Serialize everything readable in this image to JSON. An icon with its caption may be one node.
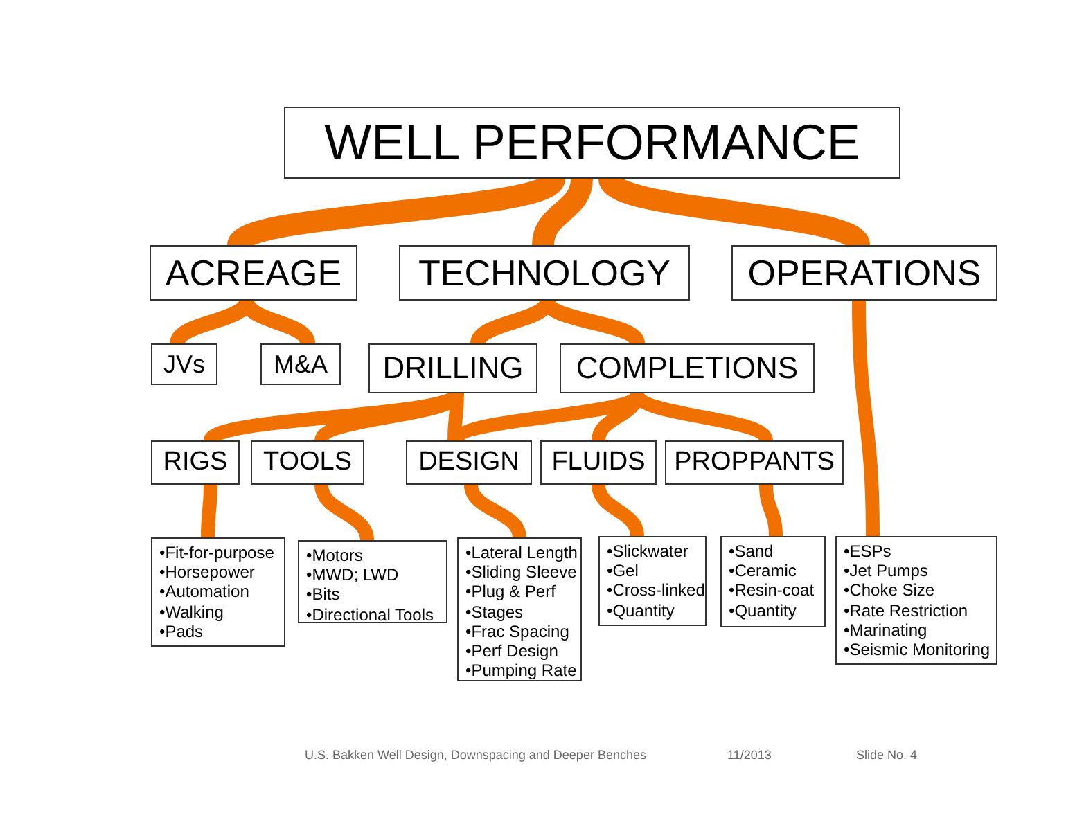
{
  "diagram": {
    "nodes": [
      {
        "text": [
          "WELL PERFORMANCE"
        ]
      },
      {
        "text": [
          "ACREAGE"
        ]
      },
      {
        "text": [
          "TECHNOLOGY"
        ]
      },
      {
        "text": [
          "OPERATIONS"
        ]
      },
      {
        "text": [
          "JVs"
        ]
      },
      {
        "text": [
          "M&A"
        ]
      },
      {
        "text": [
          "DRILLING"
        ]
      },
      {
        "text": [
          "COMPLETIONS"
        ]
      },
      {
        "text": [
          "RIGS"
        ]
      },
      {
        "text": [
          "TOOLS"
        ]
      },
      {
        "text": [
          "DESIGN"
        ]
      },
      {
        "text": [
          "FLUIDS"
        ]
      },
      {
        "text": [
          "PROPPANTS"
        ]
      },
      {
        "text": [
          "•Fit-for-purpose",
          "•Horsepower",
          "•Automation",
          "•Walking",
          "•Pads"
        ]
      },
      {
        "text": [
          "•Motors",
          "•MWD; LWD",
          "•Bits",
          "•Directional Tools"
        ]
      },
      {
        "text": [
          "•Lateral Length",
          "•Sliding Sleeve",
          "•Plug & Perf",
          "•Stages",
          "•Frac Spacing",
          "•Perf Design",
          "•Pumping Rate"
        ]
      },
      {
        "text": [
          "•Slickwater",
          "•Gel",
          "•Cross-linked",
          "•Quantity"
        ]
      },
      {
        "text": [
          "•Sand",
          "•Ceramic",
          "•Resin-coat",
          "•Quantity"
        ]
      },
      {
        "text": [
          "•ESPs",
          "•Jet Pumps",
          "•Choke Size",
          "•Rate Restriction",
          "•Marinating",
          "•Seismic Monitoring"
        ]
      }
    ],
    "edges": [
      {
        "from": 0,
        "to": 1,
        "arrow": "none"
      },
      {
        "from": 0,
        "to": 2,
        "arrow": "none"
      },
      {
        "from": 0,
        "to": 3,
        "arrow": "none"
      },
      {
        "from": 1,
        "to": 4,
        "arrow": "none"
      },
      {
        "from": 1,
        "to": 5,
        "arrow": "none"
      },
      {
        "from": 2,
        "to": 6,
        "arrow": "none"
      },
      {
        "from": 2,
        "to": 7,
        "arrow": "none"
      },
      {
        "from": 6,
        "to": 8,
        "arrow": "none"
      },
      {
        "from": 6,
        "to": 9,
        "arrow": "none"
      },
      {
        "from": 6,
        "to": 10,
        "arrow": "none"
      },
      {
        "from": 7,
        "to": 10,
        "arrow": "none"
      },
      {
        "from": 7,
        "to": 11,
        "arrow": "none"
      },
      {
        "from": 7,
        "to": 12,
        "arrow": "none"
      },
      {
        "from": 8,
        "to": 13,
        "arrow": "none"
      },
      {
        "from": 9,
        "to": 14,
        "arrow": "none"
      },
      {
        "from": 10,
        "to": 15,
        "arrow": "none"
      },
      {
        "from": 11,
        "to": 16,
        "arrow": "none"
      },
      {
        "from": 12,
        "to": 17,
        "arrow": "none"
      },
      {
        "from": 3,
        "to": 18,
        "arrow": "none"
      }
    ],
    "labels": [
      "U.S. Bakken Well Design, Downspacing and Deeper Benches",
      "11/2013",
      "Slide No. 4"
    ]
  }
}
